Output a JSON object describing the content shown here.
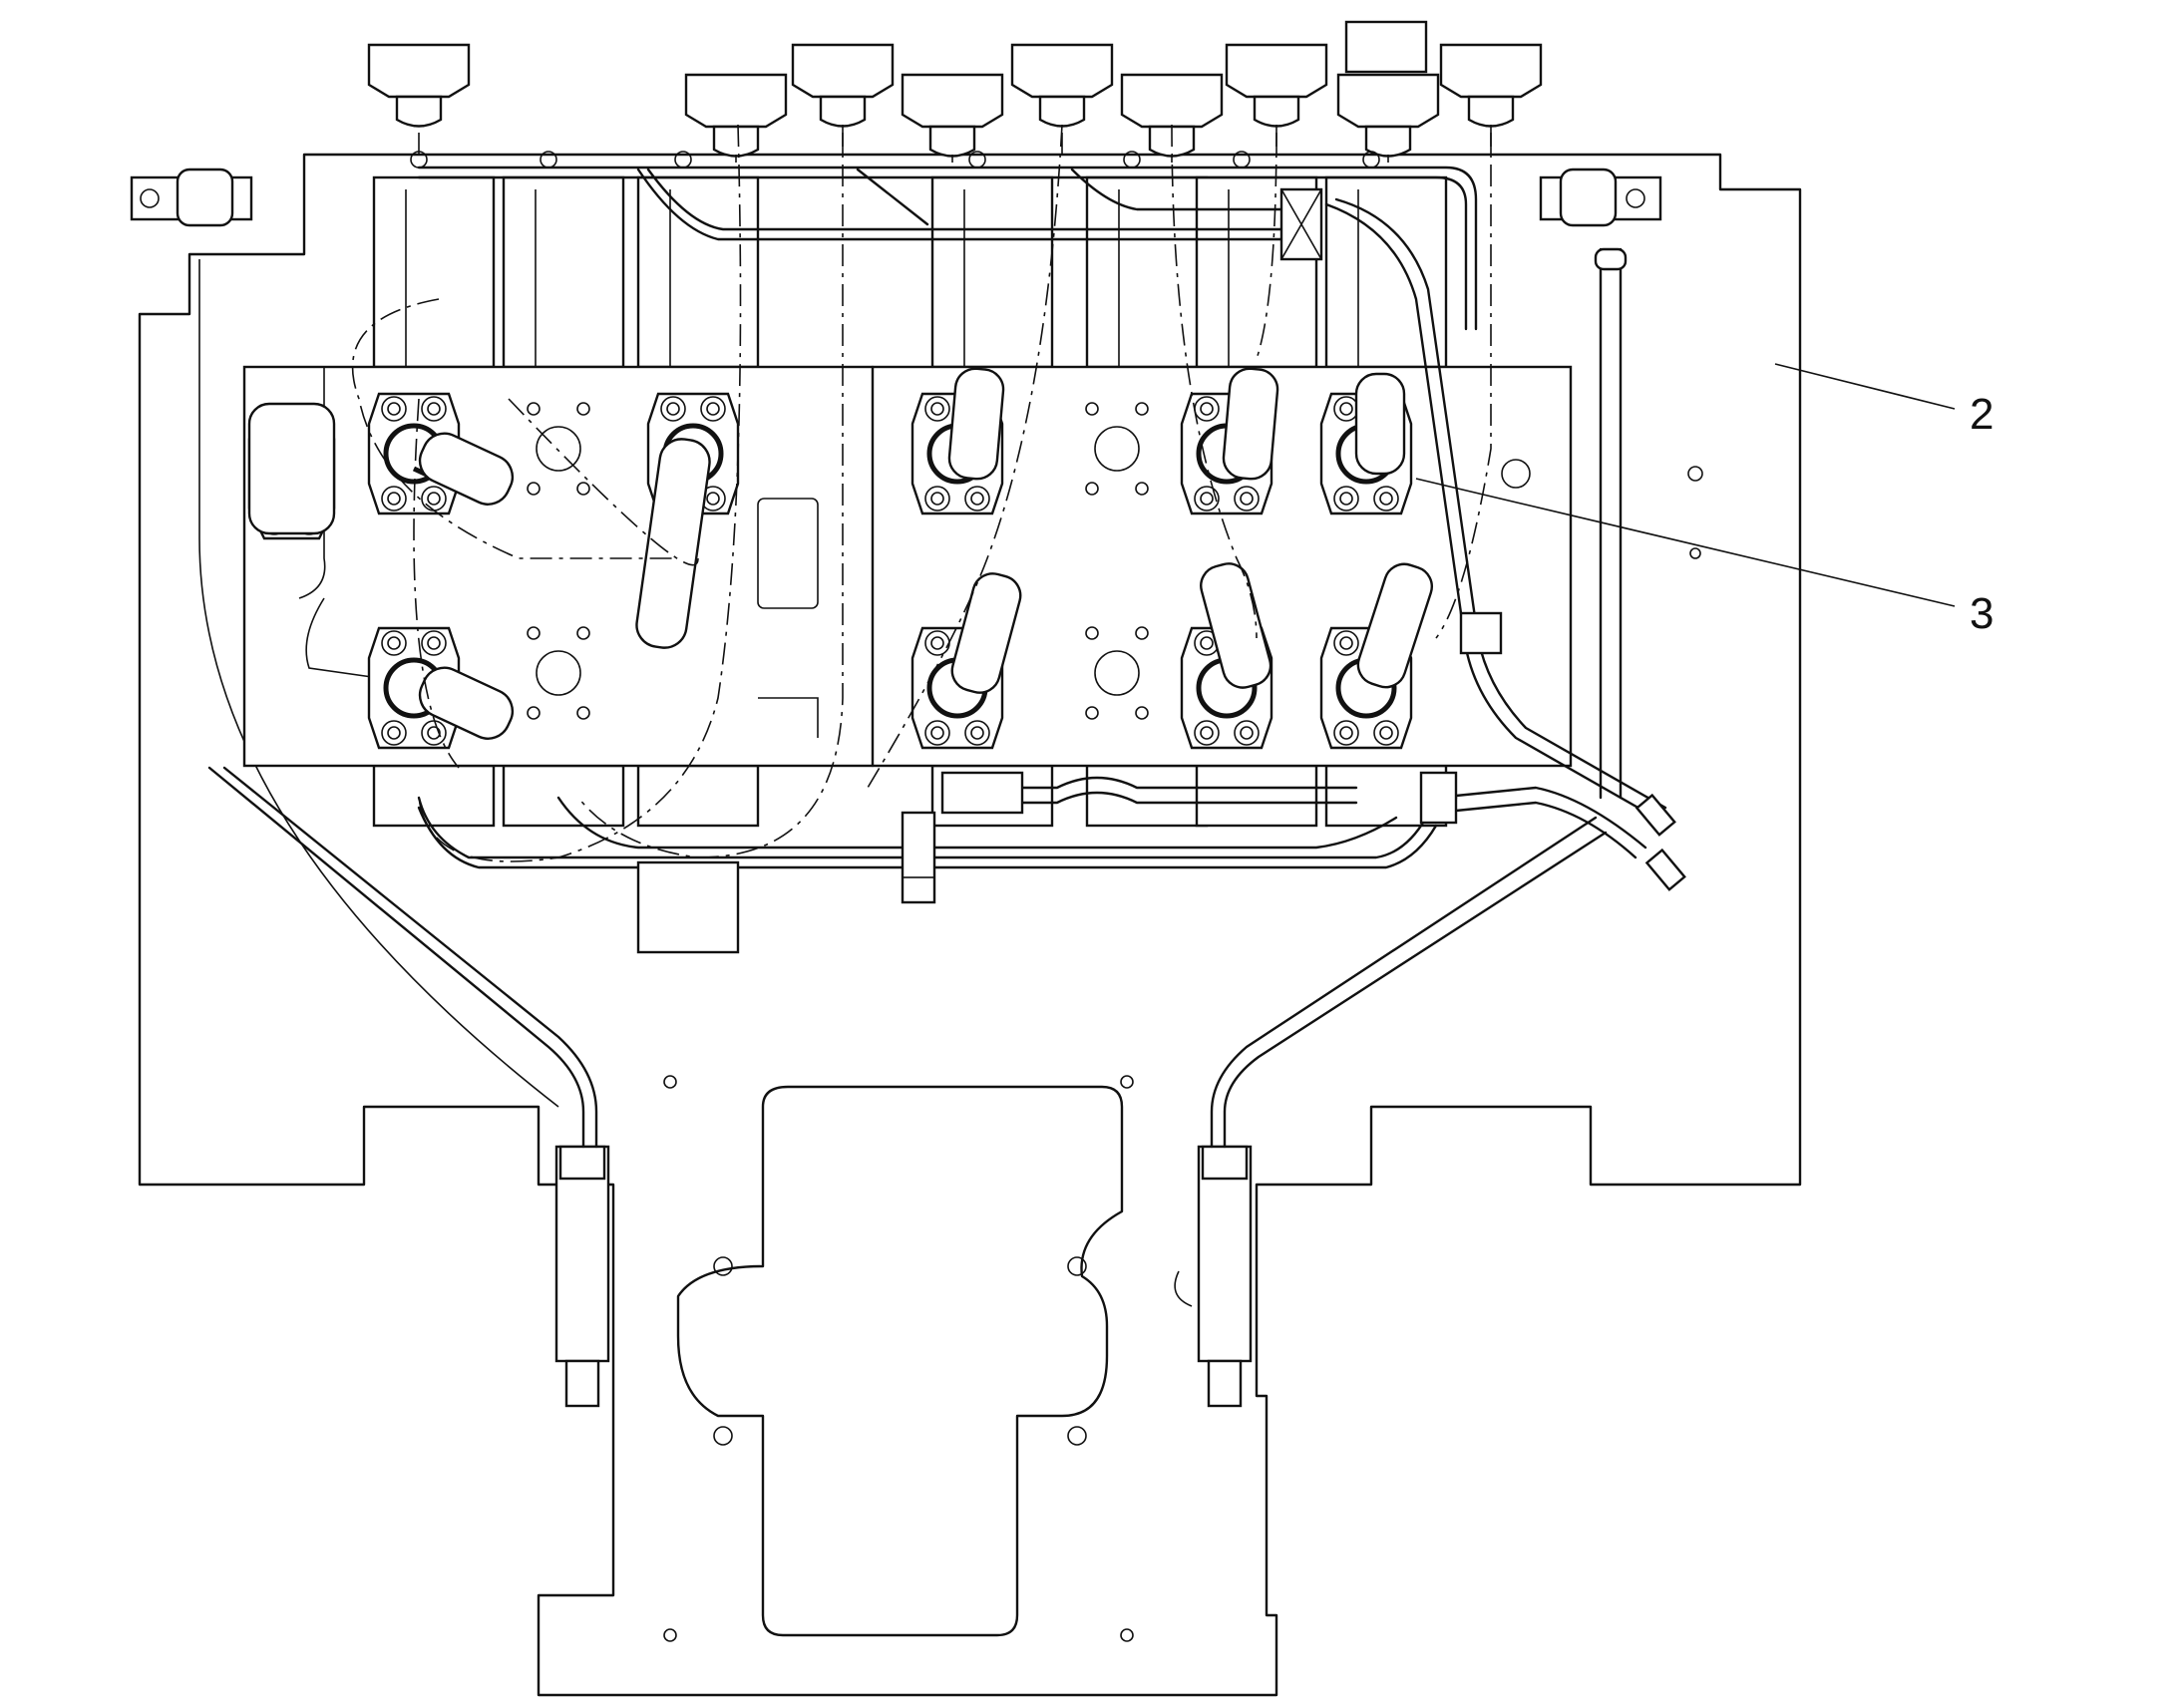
{
  "callouts": [
    {
      "id": "2",
      "label": "2"
    },
    {
      "id": "3",
      "label": "3"
    }
  ],
  "colors": {
    "line": "#111111",
    "background": "#ffffff"
  }
}
